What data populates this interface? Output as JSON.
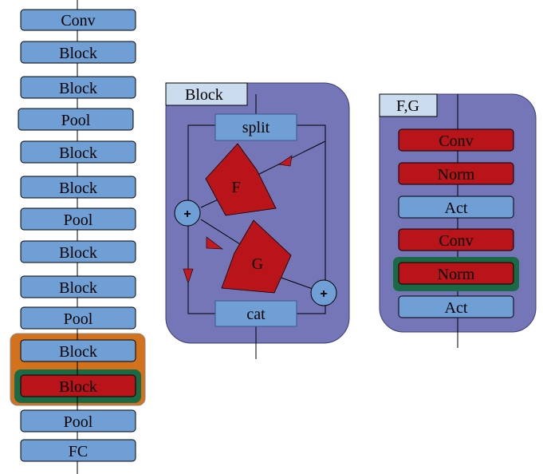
{
  "colors": {
    "block_blue": "#6f9fd4",
    "block_red": "#b81419",
    "panel_purple": "#7476b8",
    "highlight_orange": "#d4711c",
    "highlight_green": "#1a6a46",
    "arrow_red": "#c41a1f"
  },
  "network": {
    "layers": [
      "Conv",
      "Block",
      "Block",
      "Pool",
      "Block",
      "Block",
      "Pool",
      "Block",
      "Block",
      "Pool",
      "Block",
      "Block",
      "Pool",
      "FC"
    ]
  },
  "block_panel": {
    "title": "Block",
    "split_label": "split",
    "cat_label": "cat",
    "f_label": "F",
    "g_label": "G",
    "plus_symbol": "+"
  },
  "fg_panel": {
    "title": "F,G",
    "layers": [
      "Conv",
      "Norm",
      "Act",
      "Conv",
      "Norm",
      "Act"
    ]
  }
}
